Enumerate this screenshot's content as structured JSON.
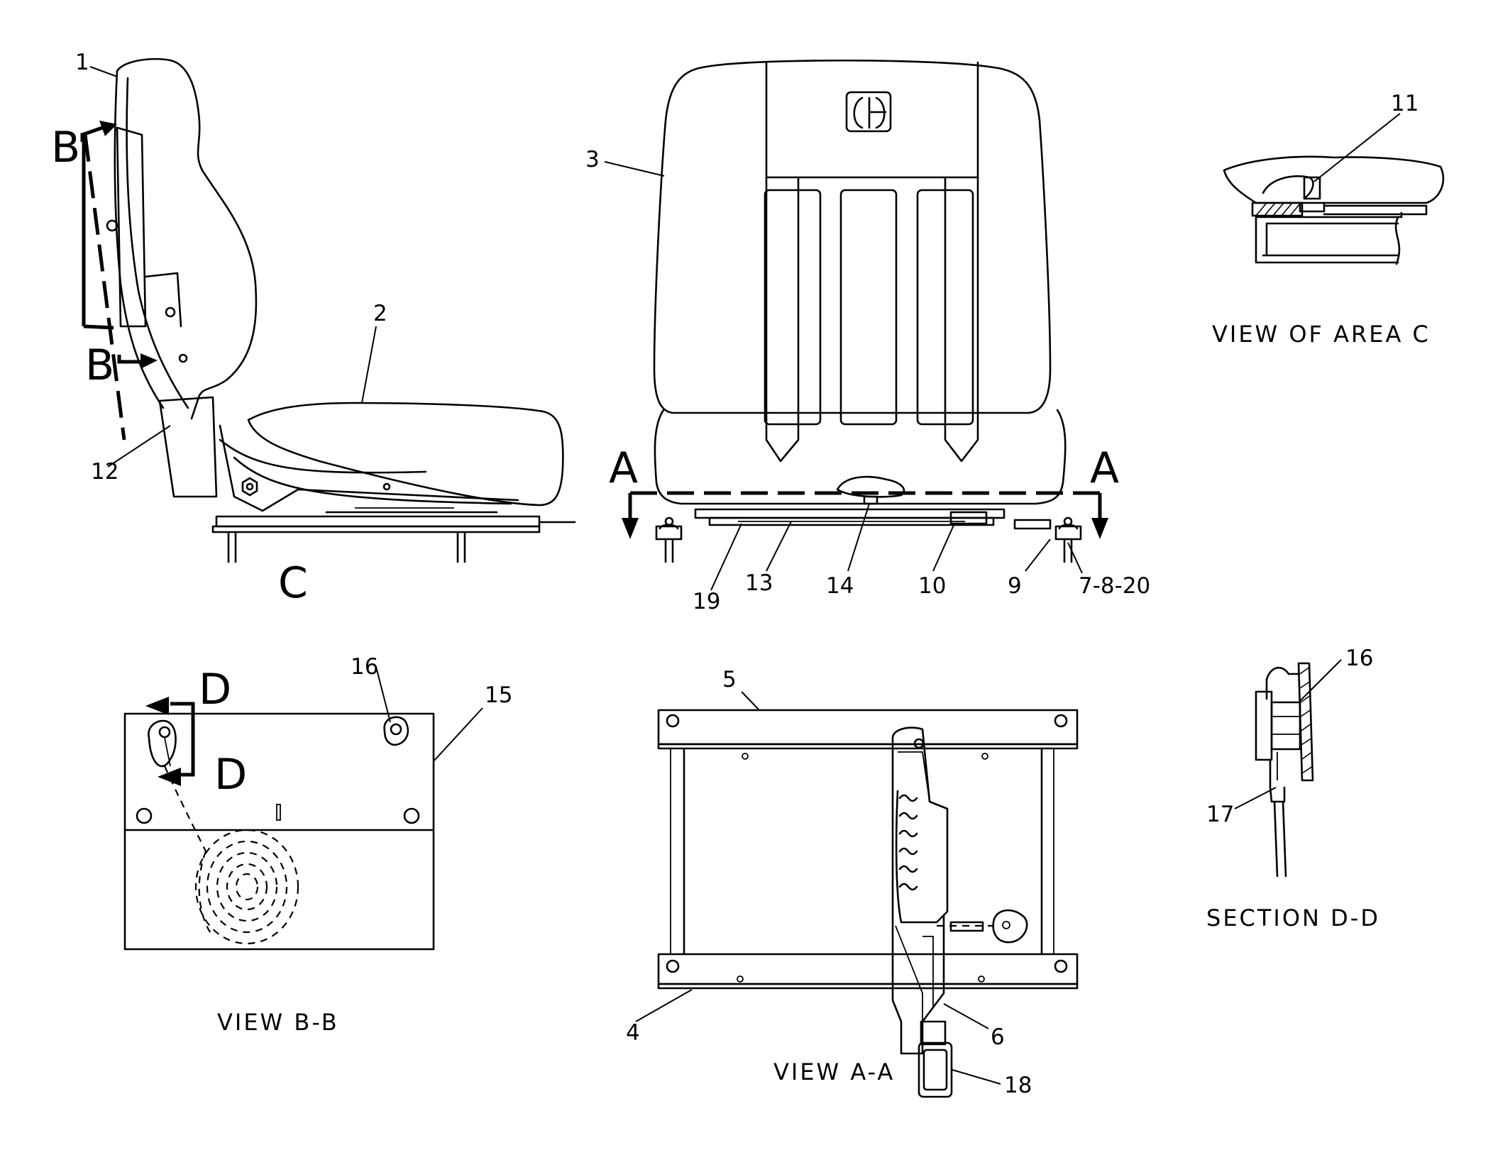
{
  "callouts": {
    "c1": "1",
    "c2": "2",
    "c3": "3",
    "c4": "4",
    "c5": "5",
    "c6": "6",
    "c9": "9",
    "c10": "10",
    "c11": "11",
    "c12": "12",
    "c13": "13",
    "c14": "14",
    "c15": "15",
    "c16a": "16",
    "c16b": "16",
    "c17": "17",
    "c18": "18",
    "c19": "19",
    "c7820": "7-8-20"
  },
  "section_marks": {
    "b_top": "B",
    "b_bottom": "B",
    "a_left": "A",
    "a_right": "A",
    "d_top": "D",
    "d_bottom": "D",
    "c": "C"
  },
  "captions": {
    "view_c": "VIEW OF AREA C",
    "view_bb": "VIEW B-B",
    "view_aa": "VIEW A-A",
    "section_dd": "SECTION D-D"
  }
}
